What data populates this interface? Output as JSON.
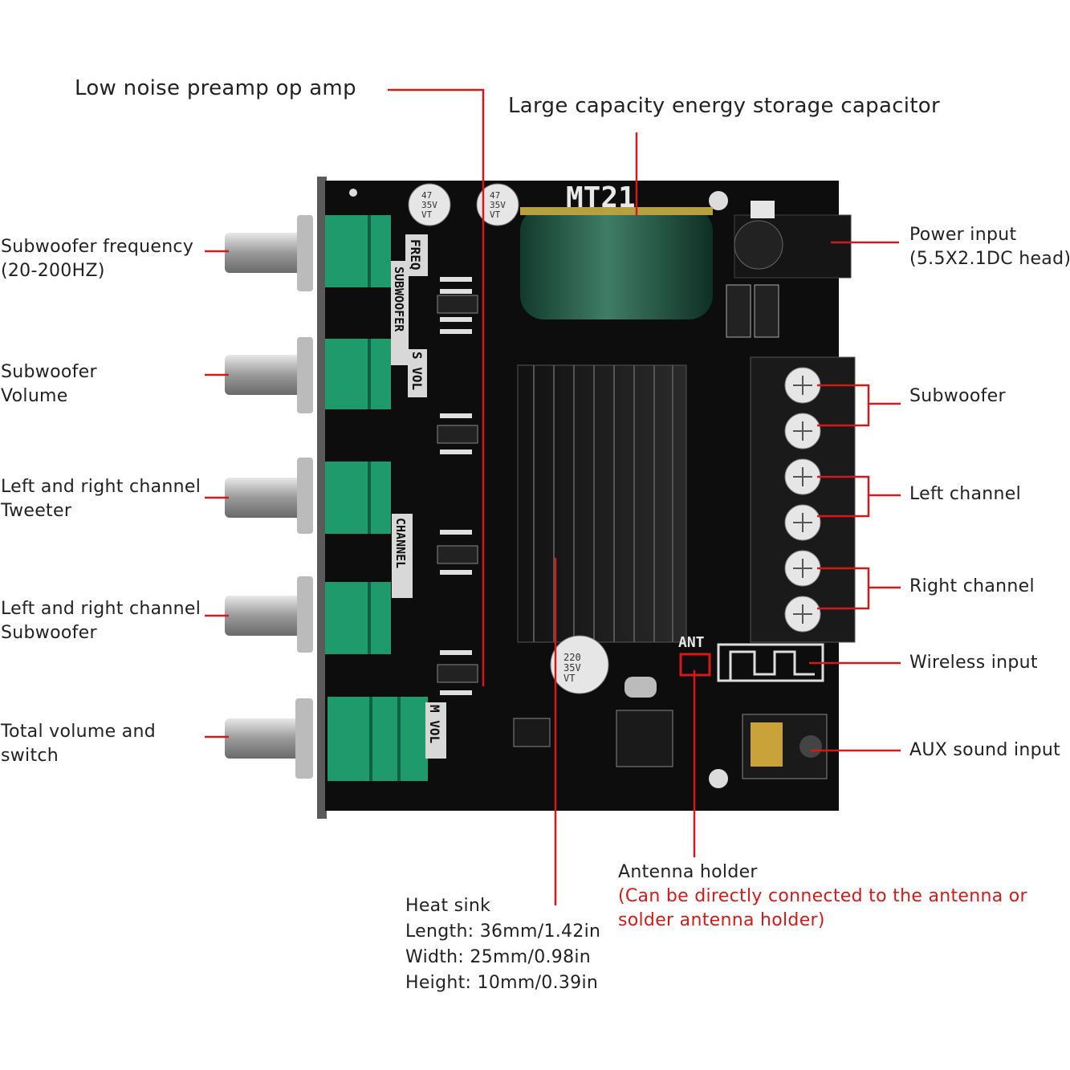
{
  "labels": {
    "preamp": "Low noise preamp op amp",
    "capacitor": "Large capacity energy storage capacitor",
    "sub_freq_1": "Subwoofer frequency",
    "sub_freq_2": "(20-200HZ)",
    "sub_vol_1": "Subwoofer",
    "sub_vol_2": "Volume",
    "lr_tweeter_1": "Left and right channel",
    "lr_tweeter_2": "Tweeter",
    "lr_sub_1": "Left and right channel",
    "lr_sub_2": "Subwoofer",
    "total_vol_1": "Total volume and",
    "total_vol_2": "switch",
    "power_1": "Power input",
    "power_2": "(5.5X2.1DC head)",
    "subwoofer_out": "Subwoofer",
    "left_channel": "Left channel",
    "right_channel": "Right channel",
    "wireless": "Wireless input",
    "aux": "AUX sound input",
    "antenna_1": "Antenna holder",
    "antenna_2": "(Can be directly connected to the antenna or",
    "antenna_3": "solder antenna holder)",
    "heatsink_1": "Heat sink",
    "heatsink_2": "Length: 36mm/1.42in",
    "heatsink_3": "Width: 25mm/0.98in",
    "heatsink_4": "Height: 10mm/0.39in"
  },
  "board": {
    "model": "MT21",
    "silk_freq": "FREQ",
    "silk_subwoofer": "SUBWOOFER",
    "silk_svol": "S VOL",
    "silk_channel": "CHANNEL",
    "silk_mvol": "M VOL",
    "silk_ant": "ANT",
    "cap_small": "47\n35V\nVT",
    "cap_big": "220\n35V\nVT"
  },
  "colors": {
    "callout_line": "#d11a1a",
    "board": "#0d0d0d",
    "pot": "#1f9a6c",
    "capacitor": "#1c4a3a",
    "highlight_text": "#d11a1a"
  }
}
